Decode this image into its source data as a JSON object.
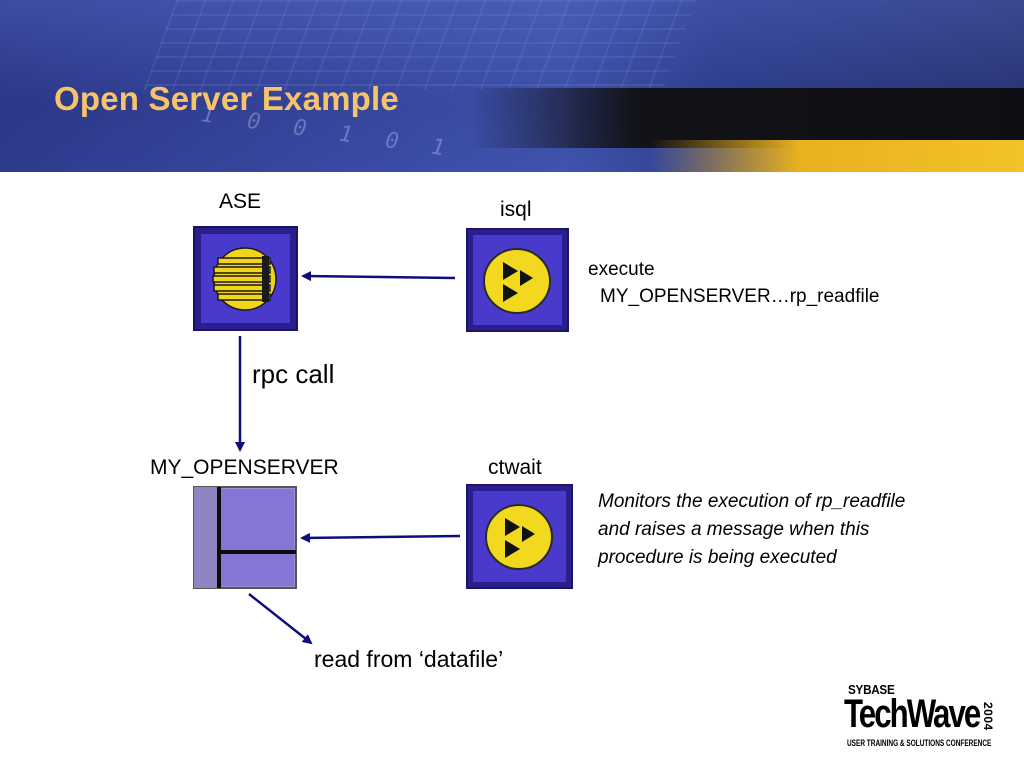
{
  "slide": {
    "title": "Open Server Example"
  },
  "diagram": {
    "ase_label": "ASE",
    "isql_label": "isql",
    "isql_command_line1": "execute",
    "isql_command_line2": "MY_OPENSERVER…rp_readfile",
    "rpc_label": "rpc call",
    "openserver_label": "MY_OPENSERVER",
    "ctwait_label": "ctwait",
    "ctwait_note_line1": "Monitors the execution of rp_readfile",
    "ctwait_note_line2": "and raises a message when this",
    "ctwait_note_line3": "procedure is being executed",
    "read_label": "read from ‘datafile’"
  },
  "logo": {
    "brand": "SYBASE",
    "name": "TechWave",
    "year": "2004",
    "tagline": "USER TRAINING & SOLUTIONS CONFERENCE"
  },
  "colors": {
    "title": "#f7c46a",
    "box_fill": "#3e2fbf",
    "openserver_fill": "#8274c9",
    "arrow": "#0e0e7a",
    "icon_yellow": "#f2d81e"
  }
}
